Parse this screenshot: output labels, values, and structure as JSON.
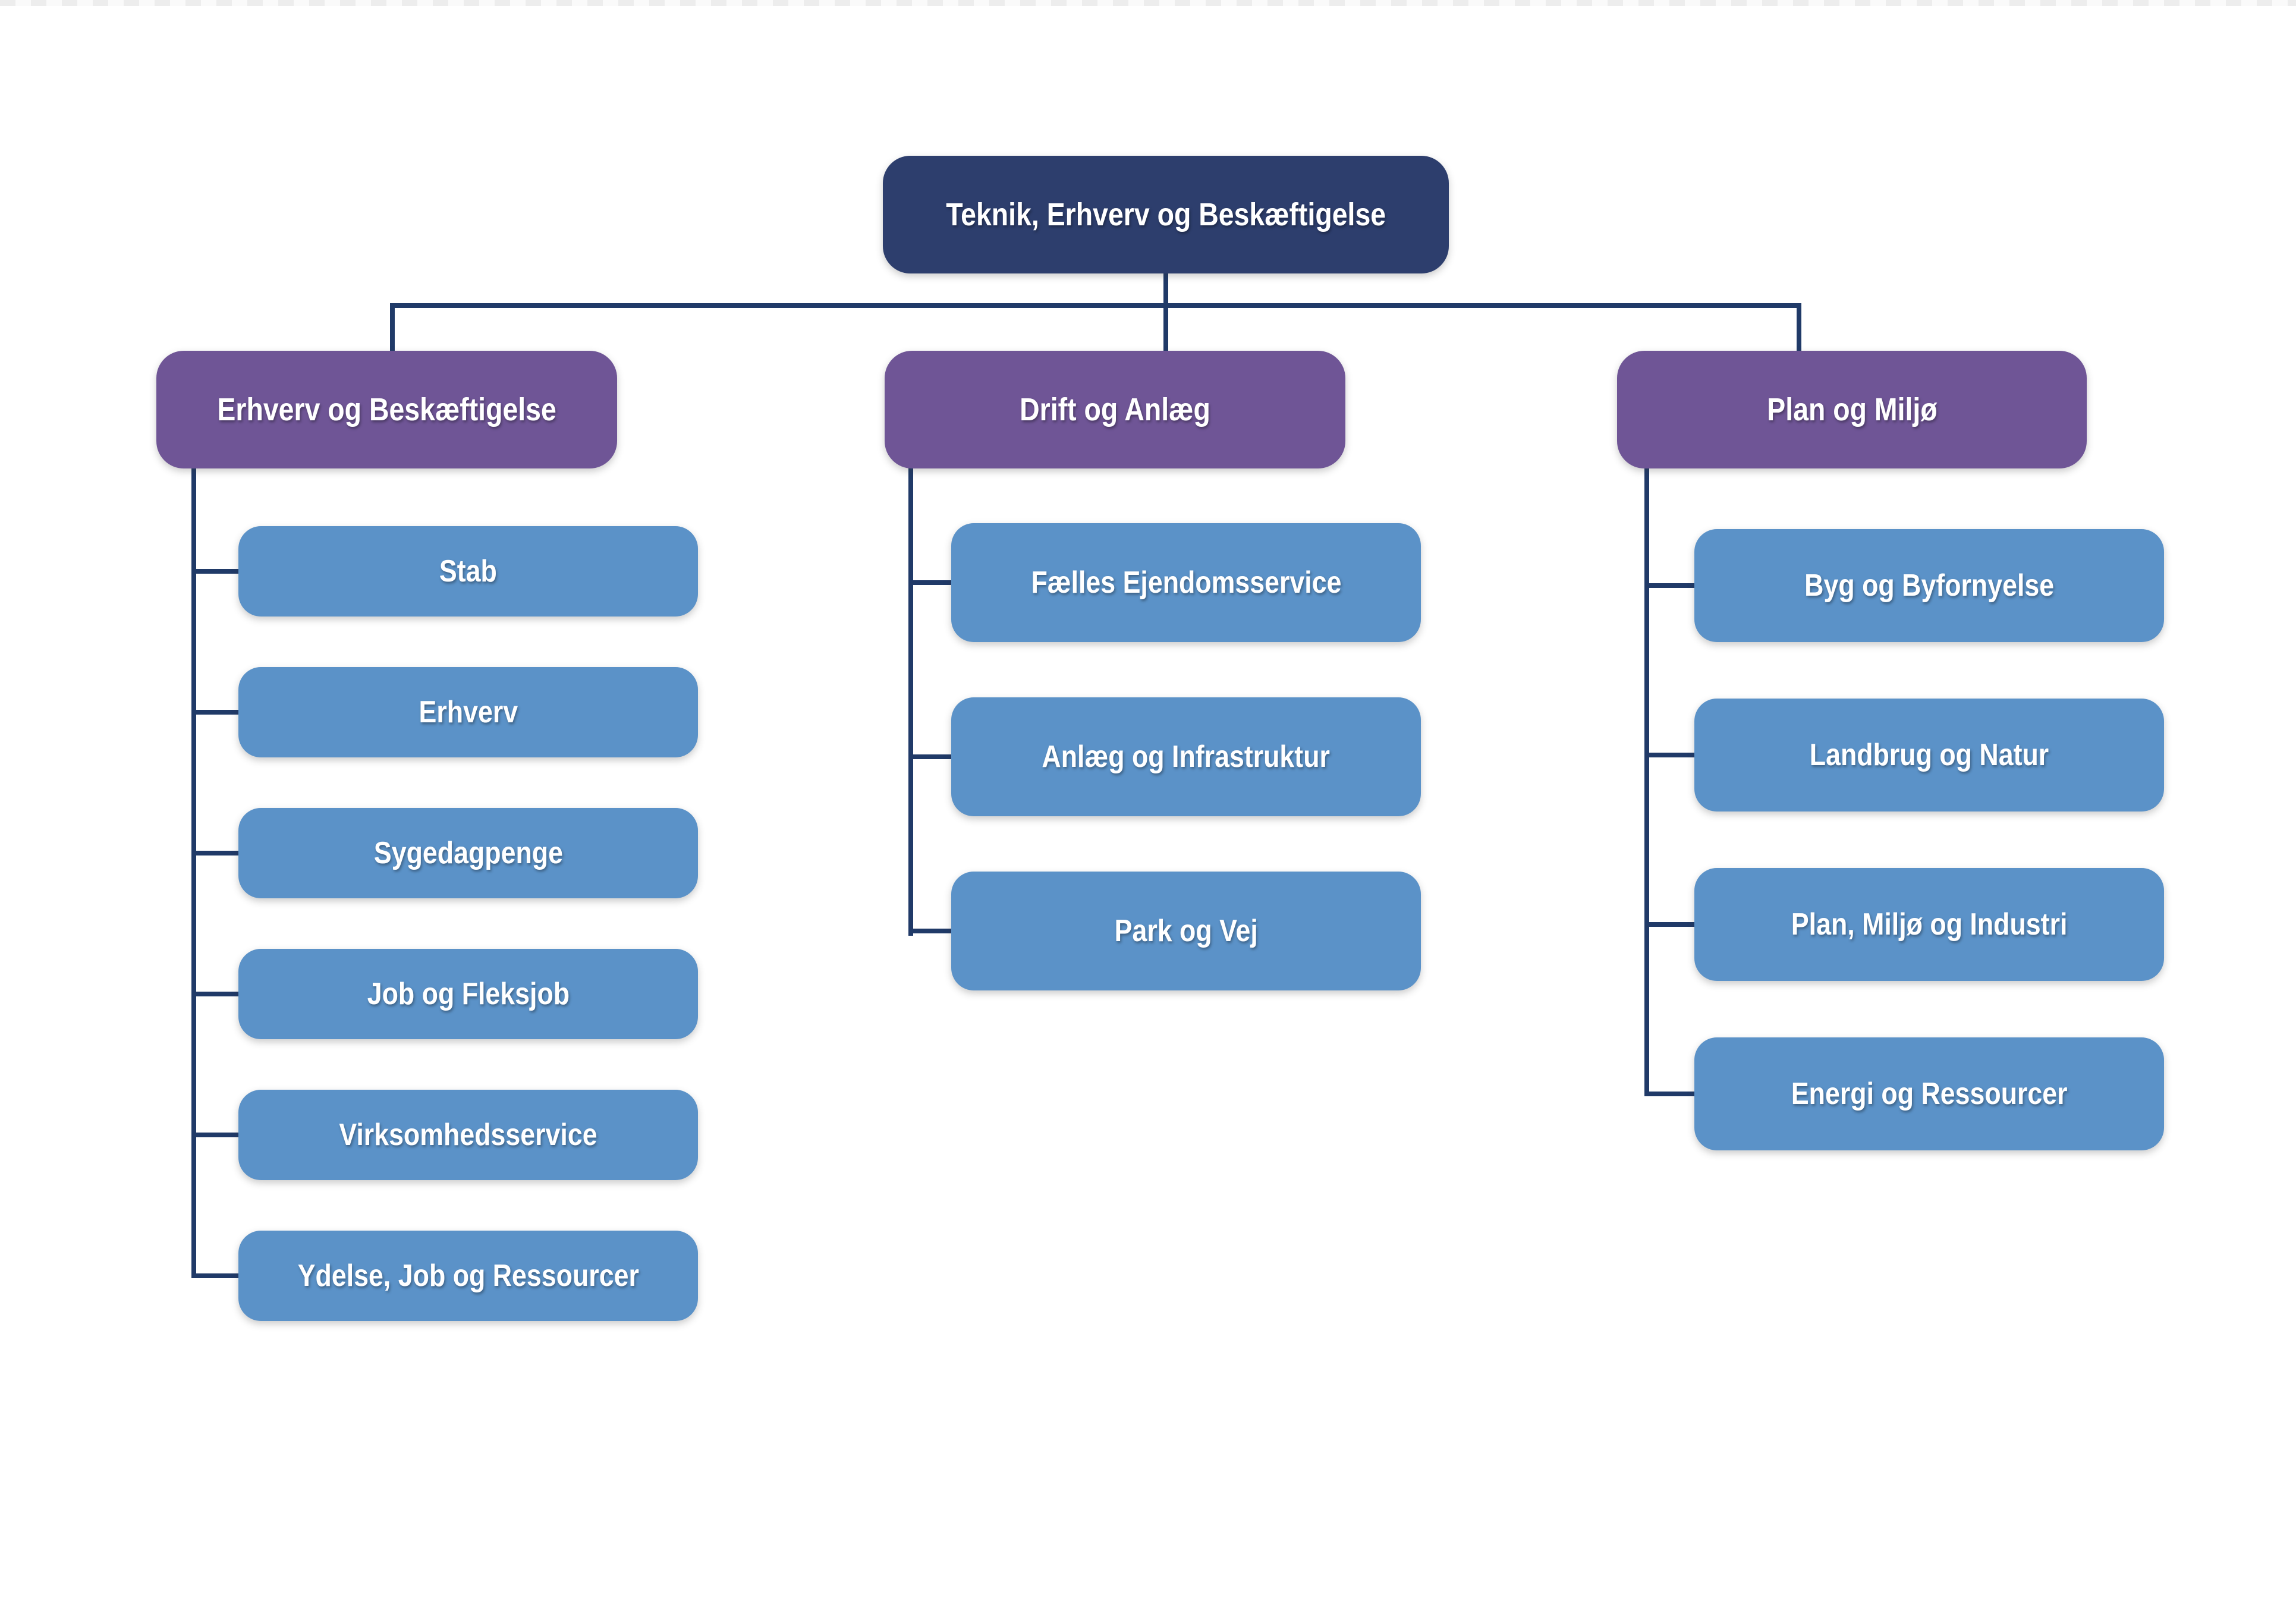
{
  "colors": {
    "bg": "#ffffff",
    "navy": "#2D3E6D",
    "purple": "#6F5596",
    "blue": "#5B92C8",
    "line": "#203A68",
    "text": "#ffffff"
  },
  "org": {
    "root": {
      "label": "Teknik, Erhverv og Beskæftigelse"
    },
    "branches": [
      {
        "label": "Erhverv og Beskæftigelse",
        "children": [
          {
            "label": "Stab"
          },
          {
            "label": "Erhverv"
          },
          {
            "label": "Sygedagpenge"
          },
          {
            "label": "Job og Fleksjob"
          },
          {
            "label": "Virksomhedsservice"
          },
          {
            "label": "Ydelse, Job og Ressourcer"
          }
        ]
      },
      {
        "label": "Drift og Anlæg",
        "children": [
          {
            "label": "Fælles Ejendomsservice"
          },
          {
            "label": "Anlæg og Infrastruktur"
          },
          {
            "label": "Park og Vej"
          }
        ]
      },
      {
        "label": "Plan og Miljø",
        "children": [
          {
            "label": "Byg og Byfornyelse"
          },
          {
            "label": "Landbrug og Natur"
          },
          {
            "label": "Plan, Miljø og Industri"
          },
          {
            "label": "Energi og Ressourcer"
          }
        ]
      }
    ]
  }
}
